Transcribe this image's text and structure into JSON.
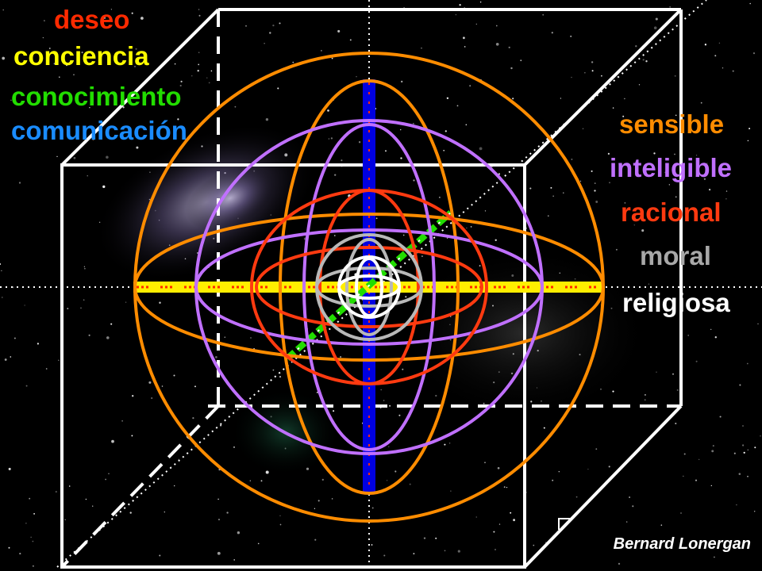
{
  "dimension_labels": [
    {
      "id": "deseo",
      "text": "deseo",
      "color": "#ff2a00"
    },
    {
      "id": "conciencia",
      "text": "conciencia",
      "color": "#ffff00"
    },
    {
      "id": "conocimiento",
      "text": "conocimiento",
      "color": "#22dd00"
    },
    {
      "id": "comunicacion",
      "text": "comunicación",
      "color": "#1a8cff"
    }
  ],
  "level_labels": [
    {
      "id": "sensible",
      "text": "sensible",
      "color": "#ff8c00"
    },
    {
      "id": "inteligible",
      "text": "inteligible",
      "color": "#c070ff"
    },
    {
      "id": "racional",
      "text": "racional",
      "color": "#ff3a10"
    },
    {
      "id": "moral",
      "text": "moral",
      "color": "#a8a8a8"
    },
    {
      "id": "religiosa",
      "text": "religiosa",
      "color": "#ffffff"
    }
  ],
  "credit": "Bernard Lonergan",
  "colors": {
    "background": "#000000",
    "cube_edges": "#ffffff",
    "axis_vertical": "#0000e0",
    "axis_horizontal": "#ffee00",
    "axis_depth": "#22dd00",
    "axis_marks": "#ff2a00",
    "sphere_sensible": "#ff8c00",
    "sphere_inteligible": "#c070ff",
    "sphere_racional": "#ff3a10",
    "sphere_moral": "#b8b8b8",
    "sphere_religiosa": "#ffffff"
  }
}
